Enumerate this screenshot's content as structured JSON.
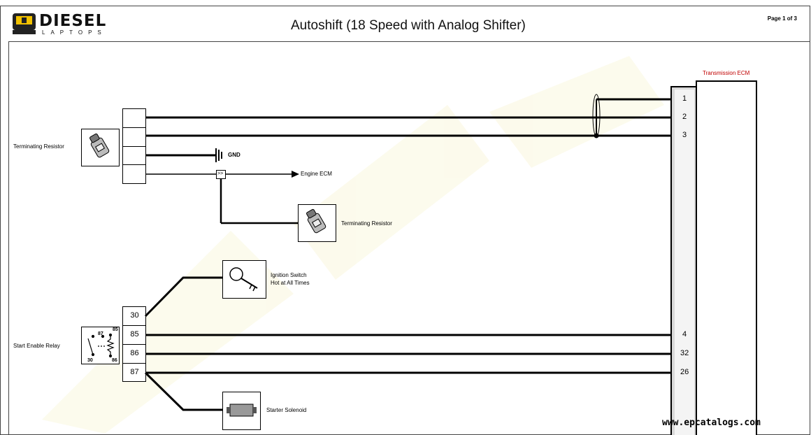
{
  "header": {
    "logo_word": "DIESEL",
    "logo_sub": "LAPTOPS",
    "title": "Autoshift (18 Speed with Analog Shifter)",
    "page": "Page 1 of 3"
  },
  "ecm": {
    "title": "Transmission ECM",
    "pins_top": [
      "1",
      "2",
      "3"
    ],
    "pins_bottom": [
      "4",
      "32",
      "26"
    ]
  },
  "labels": {
    "terminating_resistor_left": "Terminating Resistor",
    "terminating_resistor_lower": "Terminating Resistor",
    "gnd": "GND",
    "engine_ecm": "Engine ECM",
    "gateway_symbol": ">>",
    "ignition_line1": "Ignition Switch",
    "ignition_line2": "Hot at All Times",
    "start_enable_relay": "Start Enable Relay",
    "starter_solenoid": "Starter Solenoid"
  },
  "relay": {
    "pins": [
      "30",
      "85",
      "86",
      "87"
    ],
    "diagram_pins": [
      "87",
      "85",
      "30",
      "86"
    ]
  },
  "footer": {
    "url": "www.epcatalogs.com"
  }
}
